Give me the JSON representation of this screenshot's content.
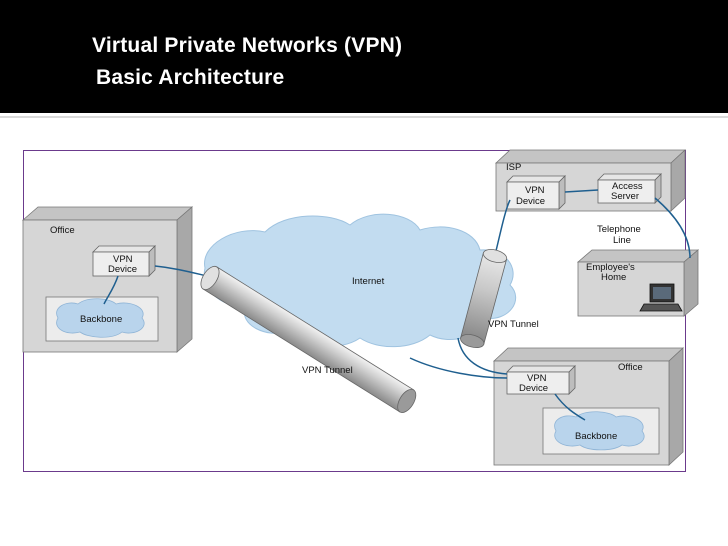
{
  "header": {
    "title_line1": "Virtual Private Networks (VPN)",
    "title_line2": "Basic Architecture"
  },
  "diagram": {
    "office_left": {
      "label": "Office",
      "device_line1": "VPN",
      "device_line2": "Device",
      "backbone": "Backbone"
    },
    "isp": {
      "label": "ISP",
      "device_line1": "VPN",
      "device_line2": "Device",
      "server_line1": "Access",
      "server_line2": "Server"
    },
    "telephone_line1": "Telephone",
    "telephone_line2": "Line",
    "home": {
      "label_line1": "Employee's",
      "label_line2": "Home"
    },
    "internet": "Internet",
    "tunnel_right": "VPN Tunnel",
    "tunnel_bottom": "VPN Tunnel",
    "office_right": {
      "label": "Office",
      "device_line1": "VPN",
      "device_line2": "Device",
      "backbone": "Backbone"
    },
    "colors": {
      "connection": "#1f5f8f",
      "cloud": "#c2dcf0",
      "box_front": "#d6d6d6",
      "box_side": "#a8a8a8",
      "frame": "#6b3a8c"
    }
  }
}
